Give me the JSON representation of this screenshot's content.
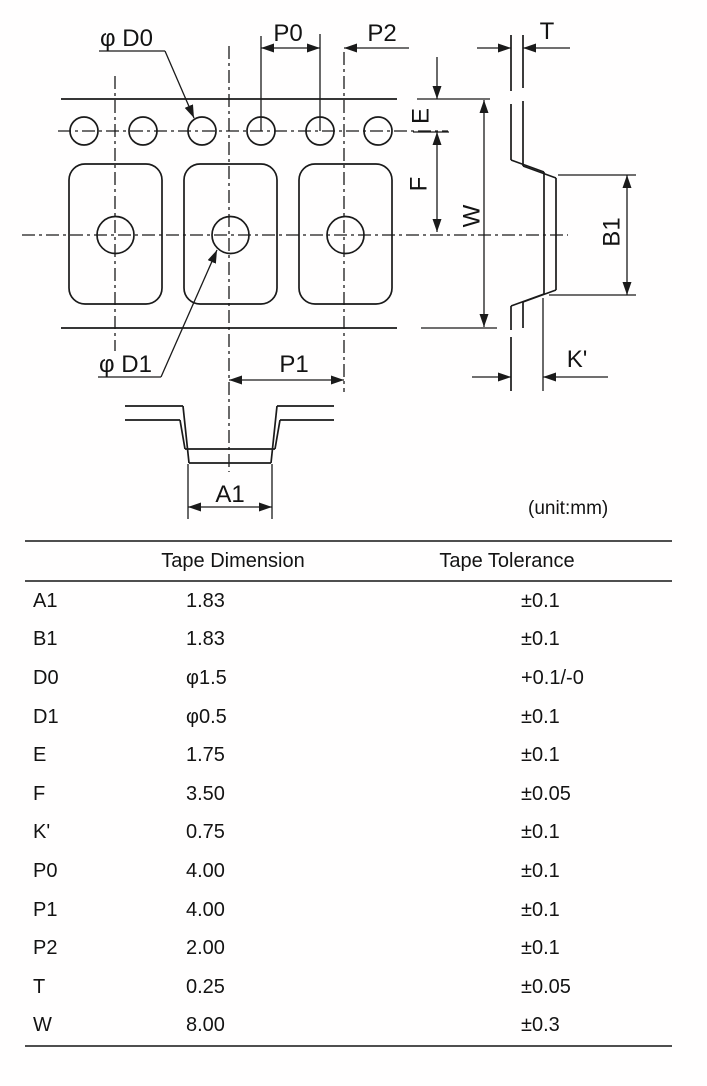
{
  "drawing": {
    "labels": {
      "d0": "φ D0",
      "p0": "P0",
      "p2": "P2",
      "t": "T",
      "e": "E",
      "f": "F",
      "w": "W",
      "b1": "B1",
      "d1": "φ D1",
      "p1": "P1",
      "a1": "A1",
      "k": "K'"
    },
    "unit_note": "(unit:mm)"
  },
  "table": {
    "headers": {
      "dimension": "Tape Dimension",
      "tolerance": "Tape Tolerance"
    },
    "rows": [
      {
        "symbol": "A1",
        "dimension": "1.83",
        "tolerance": "±0.1"
      },
      {
        "symbol": "B1",
        "dimension": "1.83",
        "tolerance": "±0.1"
      },
      {
        "symbol": "D0",
        "dimension": "φ1.5",
        "tolerance": "+0.1/-0"
      },
      {
        "symbol": "D1",
        "dimension": "φ0.5",
        "tolerance": "±0.1"
      },
      {
        "symbol": "E",
        "dimension": "1.75",
        "tolerance": "±0.1"
      },
      {
        "symbol": "F",
        "dimension": "3.50",
        "tolerance": "±0.05"
      },
      {
        "symbol": "K'",
        "dimension": "0.75",
        "tolerance": "±0.1"
      },
      {
        "symbol": "P0",
        "dimension": "4.00",
        "tolerance": "±0.1"
      },
      {
        "symbol": "P1",
        "dimension": "4.00",
        "tolerance": "±0.1"
      },
      {
        "symbol": "P2",
        "dimension": "2.00",
        "tolerance": "±0.1"
      },
      {
        "symbol": "T",
        "dimension": "0.25",
        "tolerance": "±0.05"
      },
      {
        "symbol": "W",
        "dimension": "8.00",
        "tolerance": "±0.3"
      }
    ]
  },
  "colors": {
    "line": "#1a1a1a",
    "text": "#131313",
    "rule": "#4f4f4f",
    "background": "#ffffff"
  }
}
